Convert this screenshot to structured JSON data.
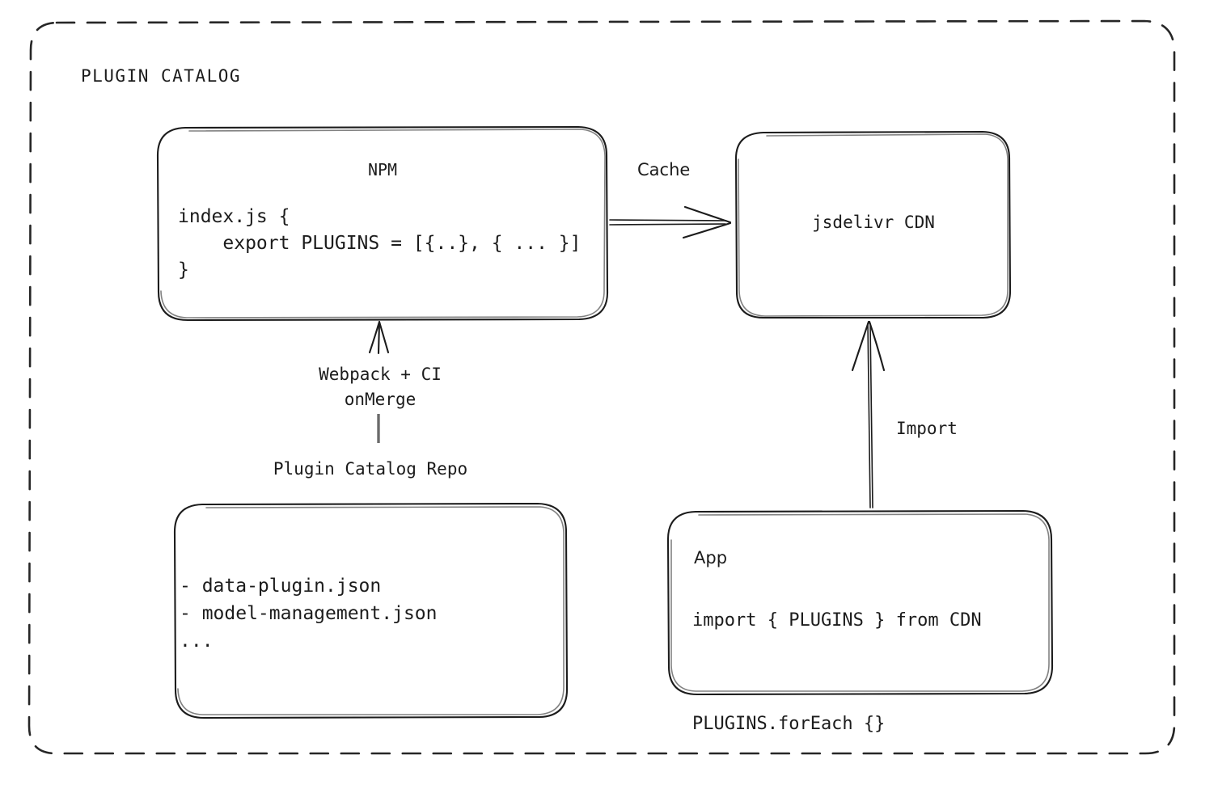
{
  "diagram": {
    "group_title": "PLUGIN CATALOG",
    "npm": {
      "title": "NPM",
      "code": "index.js {\n    export PLUGINS = [{..}, { ... }]\n}"
    },
    "cdn": {
      "title": "jsdelivr CDN"
    },
    "repo": {
      "label": "Plugin Catalog Repo",
      "files": "- data-plugin.json\n- model-management.json\n..."
    },
    "app": {
      "title": "App",
      "code": "import { PLUGINS } from CDN\n\nPLUGINS.forEach {}"
    },
    "edges": {
      "cache": "Cache",
      "import": "Import",
      "build": "Webpack + CI\nonMerge"
    },
    "colors": {
      "ink": "#1c1c1c",
      "background": "#ffffff",
      "dashed_border": "#262626",
      "grey_connector": "#6b6b6b"
    }
  }
}
